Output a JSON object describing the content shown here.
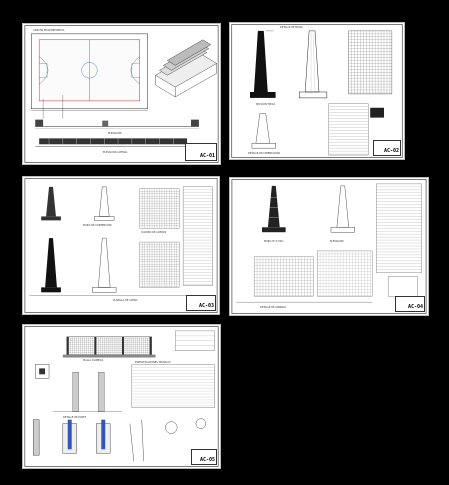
{
  "drawing_set": {
    "background": "#000000",
    "sheet_color": "#ffffff",
    "line_color": "#222222",
    "accent_red": "#cc2222",
    "accent_blue": "#3355bb",
    "accent_green": "#33aa55"
  },
  "sheets": [
    {
      "id": "sheet-1",
      "sheet_code": "AC-01",
      "caption_top": "CANCHA MULTIDEPORTIVA",
      "caption_mid": "ELEVACION",
      "caption_bottom": "ELEVACION LATERAL"
    },
    {
      "id": "sheet-2",
      "sheet_code": "AC-02",
      "caption_top": "DETALLE DE MURO",
      "caption_mid": "SECCION TIPICA",
      "caption_bottom": "DETALLE DE CIMENTACION"
    },
    {
      "id": "sheet-3",
      "sheet_code": "AC-03",
      "caption_top": "MURO DE CONTENCION",
      "caption_mid": "CUADRO DE ACEROS",
      "caption_bottom": "PLANILLA DE ACERO"
    },
    {
      "id": "sheet-4",
      "sheet_code": "AC-04",
      "caption_top": "MURO H=3.50m",
      "caption_mid": "ELEVACION",
      "caption_bottom": "DETALLE DE ARMADO"
    },
    {
      "id": "sheet-5",
      "sheet_code": "AC-05",
      "caption_top": "MALLA OLIMPICA",
      "caption_mid": "ESPECIFICACIONES TECNICAS",
      "caption_bottom": "DETALLE DE POSTE"
    }
  ]
}
